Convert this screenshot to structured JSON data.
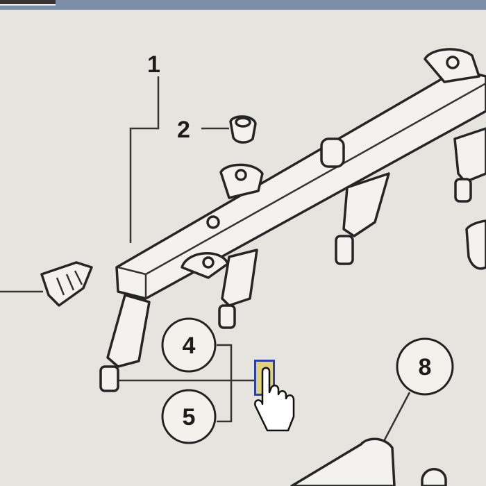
{
  "diagram": {
    "callouts": {
      "item1": "1",
      "item2": "2",
      "item4": "4",
      "item5": "5",
      "item8": "8"
    },
    "highlight_color": "#e0d37a",
    "highlight_border": "#2b3fa8"
  }
}
